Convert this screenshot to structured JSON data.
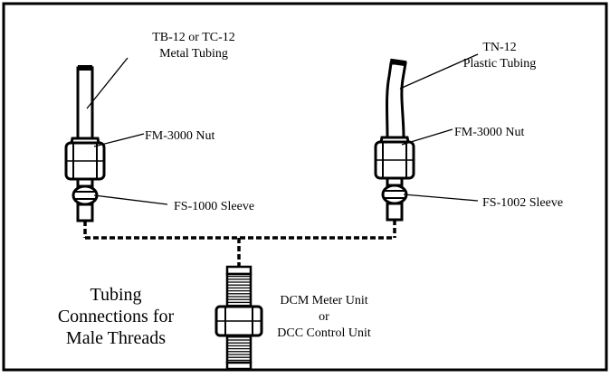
{
  "left_assembly": {
    "tubing_label_line1": "TB-12 or TC-12",
    "tubing_label_line2": "Metal Tubing",
    "nut_label": "FM-3000 Nut",
    "sleeve_label": "FS-1000 Sleeve"
  },
  "right_assembly": {
    "tubing_label_line1": "TN-12",
    "tubing_label_line2": "Plastic Tubing",
    "nut_label": "FM-3000 Nut",
    "sleeve_label": "FS-1002 Sleeve"
  },
  "unit": {
    "label_line1": "DCM Meter Unit",
    "label_line2": "or",
    "label_line3": "DCC Control Unit"
  },
  "caption": {
    "line1": "Tubing",
    "line2": "Connections for",
    "line3": "Male Threads"
  }
}
